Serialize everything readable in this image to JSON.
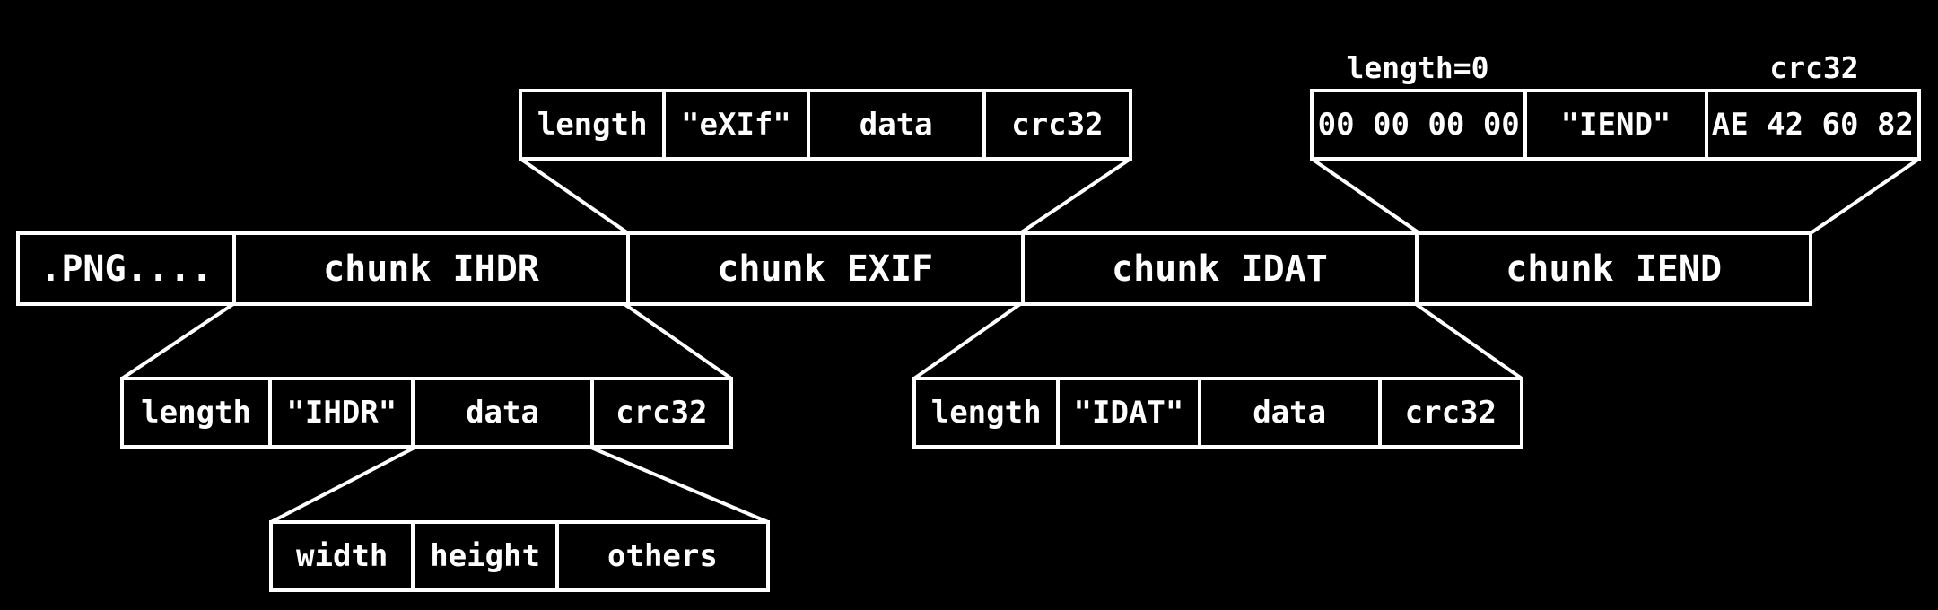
{
  "colors": {
    "background": "#000000",
    "foreground": "#ffffff"
  },
  "main_row": {
    "cells": [
      ".PNG....",
      "chunk IHDR",
      "chunk EXIF",
      "chunk IDAT",
      "chunk IEND"
    ]
  },
  "exif_detail": {
    "cells": [
      "length",
      "\"eXIf\"",
      "data",
      "crc32"
    ]
  },
  "iend_detail": {
    "annotations": {
      "length_label": "length=0",
      "crc32_label": "crc32"
    },
    "cells": [
      "00 00 00 00",
      "\"IEND\"",
      "AE 42 60 82"
    ]
  },
  "ihdr_detail": {
    "cells": [
      "length",
      "\"IHDR\"",
      "data",
      "crc32"
    ]
  },
  "idat_detail": {
    "cells": [
      "length",
      "\"IDAT\"",
      "data",
      "crc32"
    ]
  },
  "ihdr_data_detail": {
    "cells": [
      "width",
      "height",
      "others"
    ]
  }
}
